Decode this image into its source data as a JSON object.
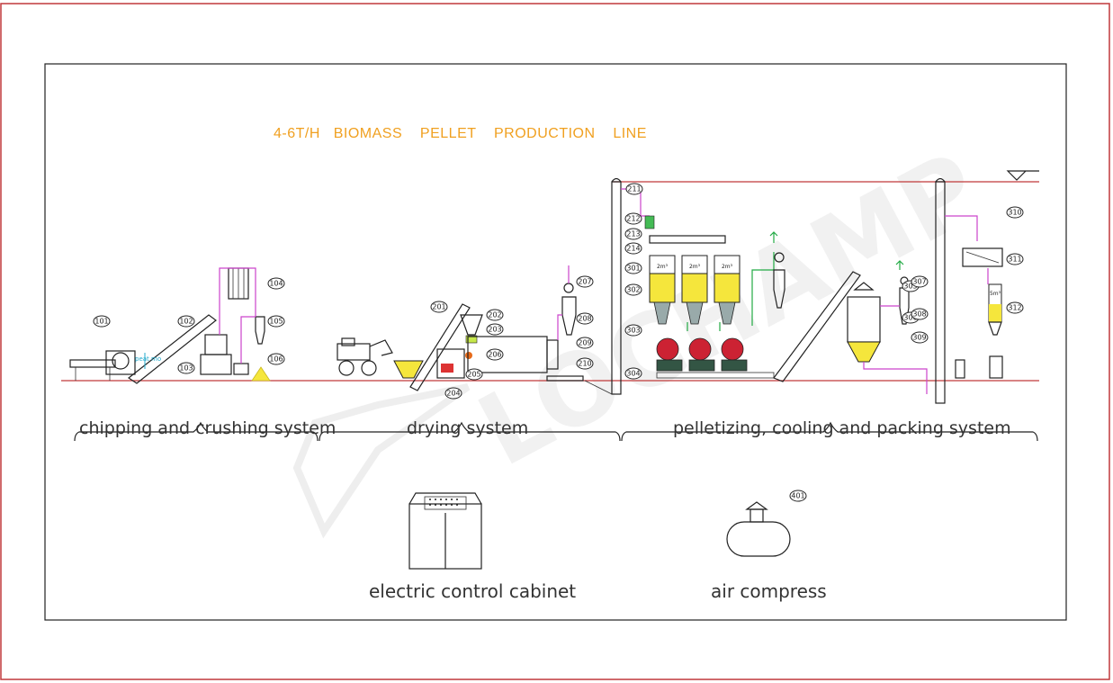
{
  "diagram": {
    "title": "4-6T/H   BIOMASS    PELLET    PRODUCTION    LINE",
    "sections": {
      "chipping": "chipping and crushing system",
      "drying": "drying system",
      "pelletizing": "pelletizing, cooling and packing system"
    },
    "cabinet_label": "electric control cabinet",
    "compressor_label": "air compress",
    "watermark": "LOCHAMP",
    "annotation_peat": "peat mo",
    "bin_label": "2m³",
    "packer_label": "5m³",
    "callouts": [
      "101",
      "102",
      "103",
      "104",
      "105",
      "106",
      "201",
      "202",
      "203",
      "204",
      "205",
      "206",
      "207",
      "208",
      "209",
      "210",
      "211",
      "212",
      "213",
      "214",
      "301",
      "302",
      "303",
      "304",
      "305",
      "306",
      "307",
      "308",
      "309",
      "310",
      "311",
      "312",
      "401"
    ],
    "colors": {
      "frame_border": "#c0393b",
      "title": "#f0a020",
      "ground_line": "#c0393b",
      "pipe": "#cc44cc",
      "material": "#f5e63c",
      "air_flow": "#22aa44"
    }
  }
}
